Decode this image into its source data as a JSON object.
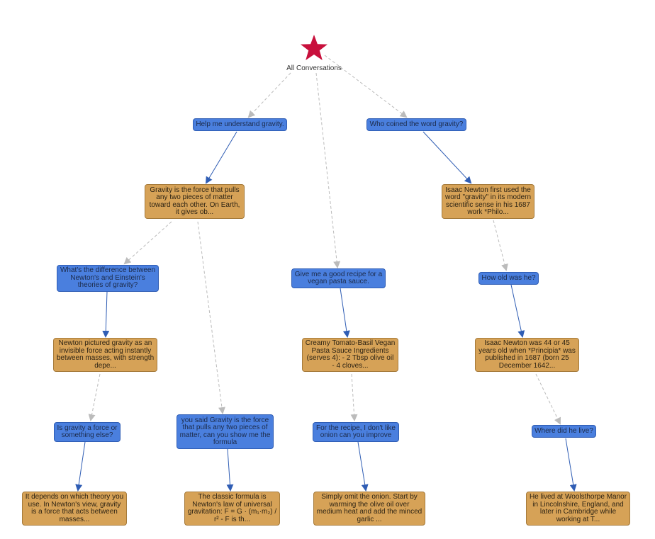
{
  "root": {
    "label": "All Conversations",
    "icon": "star-icon",
    "color": "#c8103c"
  },
  "colors": {
    "question": "#4a7fde",
    "answer": "#d6a257",
    "solid_edge": "#2f5db4",
    "dashed_edge": "#bbbbbb"
  },
  "nodes": {
    "q1": "Help me understand gravity.",
    "a1": "Gravity is the force that pulls any two pieces of matter toward each other. On Earth, it gives ob...",
    "q2": "What's the difference between Newton's and Einstein's theories of gravity?",
    "a2": "Newton pictured gravity as an invisible force acting instantly between masses, with strength depe...",
    "q3": "Is gravity a force or something else?",
    "a3": "It depends on which theory you use. In Newton's view, gravity is a force that acts between masses...",
    "q4": "you said Gravity is the force that pulls any two pieces of matter, can you show me the formula",
    "a4": "The classic formula is Newton's law of universal gravitation:   F = G · (m₁·m₂) / r²    - F is th...",
    "q5": "Give me a good recipe for a vegan pasta sauce.",
    "a5": "Creamy Tomato-Basil Vegan Pasta Sauce   Ingredients (serves 4):   - 2 Tbsp olive oil   - 4 cloves...",
    "q6": "For the recipe, I don't like onion can you improve",
    "a6": "Simply omit the onion. Start by warming the olive oil over medium heat and add the minced garlic ...",
    "q7": "Who coined the word gravity?",
    "a7": "Isaac Newton first used the word \"gravity\" in its modern scientific sense in his 1687 work *Philo...",
    "q8": "How old was he?",
    "a8": "Isaac Newton was 44 or 45 years old when *Principia* was published in 1687 (born 25 December 1642...",
    "q9": "Where did he live?",
    "a9": "He lived at Woolsthorpe Manor in Lincolnshire, England, and later in Cambridge while working at T..."
  }
}
